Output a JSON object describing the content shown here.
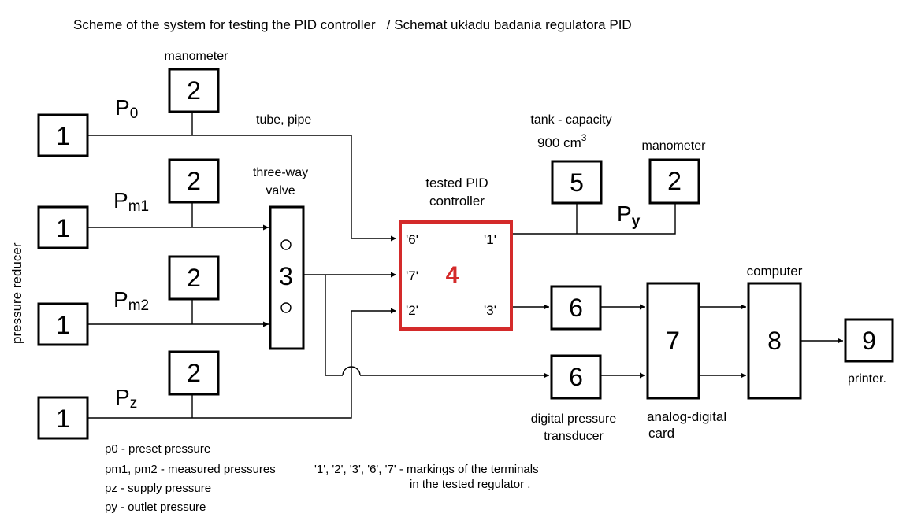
{
  "title": "Scheme of the system for testing the PID controller   / Schemat układu badania regulatora PID",
  "side_label": "pressure reducer",
  "blocks": {
    "reducer1": "1",
    "reducer2": "1",
    "reducer3": "1",
    "reducer4": "1",
    "manometer_a": "2",
    "manometer_b": "2",
    "manometer_c": "2",
    "manometer_d": "2",
    "manometer_e": "2",
    "valve": "3",
    "controller": "4",
    "tank": "5",
    "transducer_a": "6",
    "transducer_b": "6",
    "adc": "7",
    "computer": "8",
    "printer": "9"
  },
  "labels": {
    "manometer_top": "manometer",
    "manometer_right": "manometer",
    "tube": "tube, pipe",
    "valve_line1": "three-way",
    "valve_line2": "valve",
    "controller_line1": "tested PID",
    "controller_line2": "controller",
    "tank_line1": "tank - capacity",
    "tank_line2": "900 cm",
    "tank_sup": "3",
    "computer": "computer",
    "printer": "printer.",
    "adc_line1": "analog-digital",
    "adc_line2": "card",
    "transducer_line1": "digital pressure",
    "transducer_line2": "transducer"
  },
  "pressures": {
    "p0": {
      "main": "P",
      "sub": "0"
    },
    "pm1": {
      "main": "P",
      "sub": "m1"
    },
    "pm2": {
      "main": "P",
      "sub": "m2"
    },
    "pz": {
      "main": "P",
      "sub": "z"
    },
    "py": {
      "main": "P",
      "sub": "y"
    }
  },
  "terminals": {
    "t6": "'6'",
    "t1": "'1'",
    "t7": "'7'",
    "t2": "'2'",
    "t3": "'3'"
  },
  "legend": {
    "p0": "p0 - preset pressure",
    "pm": "pm1, pm2 - measured pressures",
    "pz": "pz - supply pressure",
    "py": "py - outlet pressure",
    "markings_line1": "'1', '2', '3', '6', '7' - markings of the terminals",
    "markings_line2": "in the tested regulator ."
  },
  "colors": {
    "controller_border": "#d42a2a",
    "controller_number": "#d42a2a",
    "line": "#000000"
  }
}
